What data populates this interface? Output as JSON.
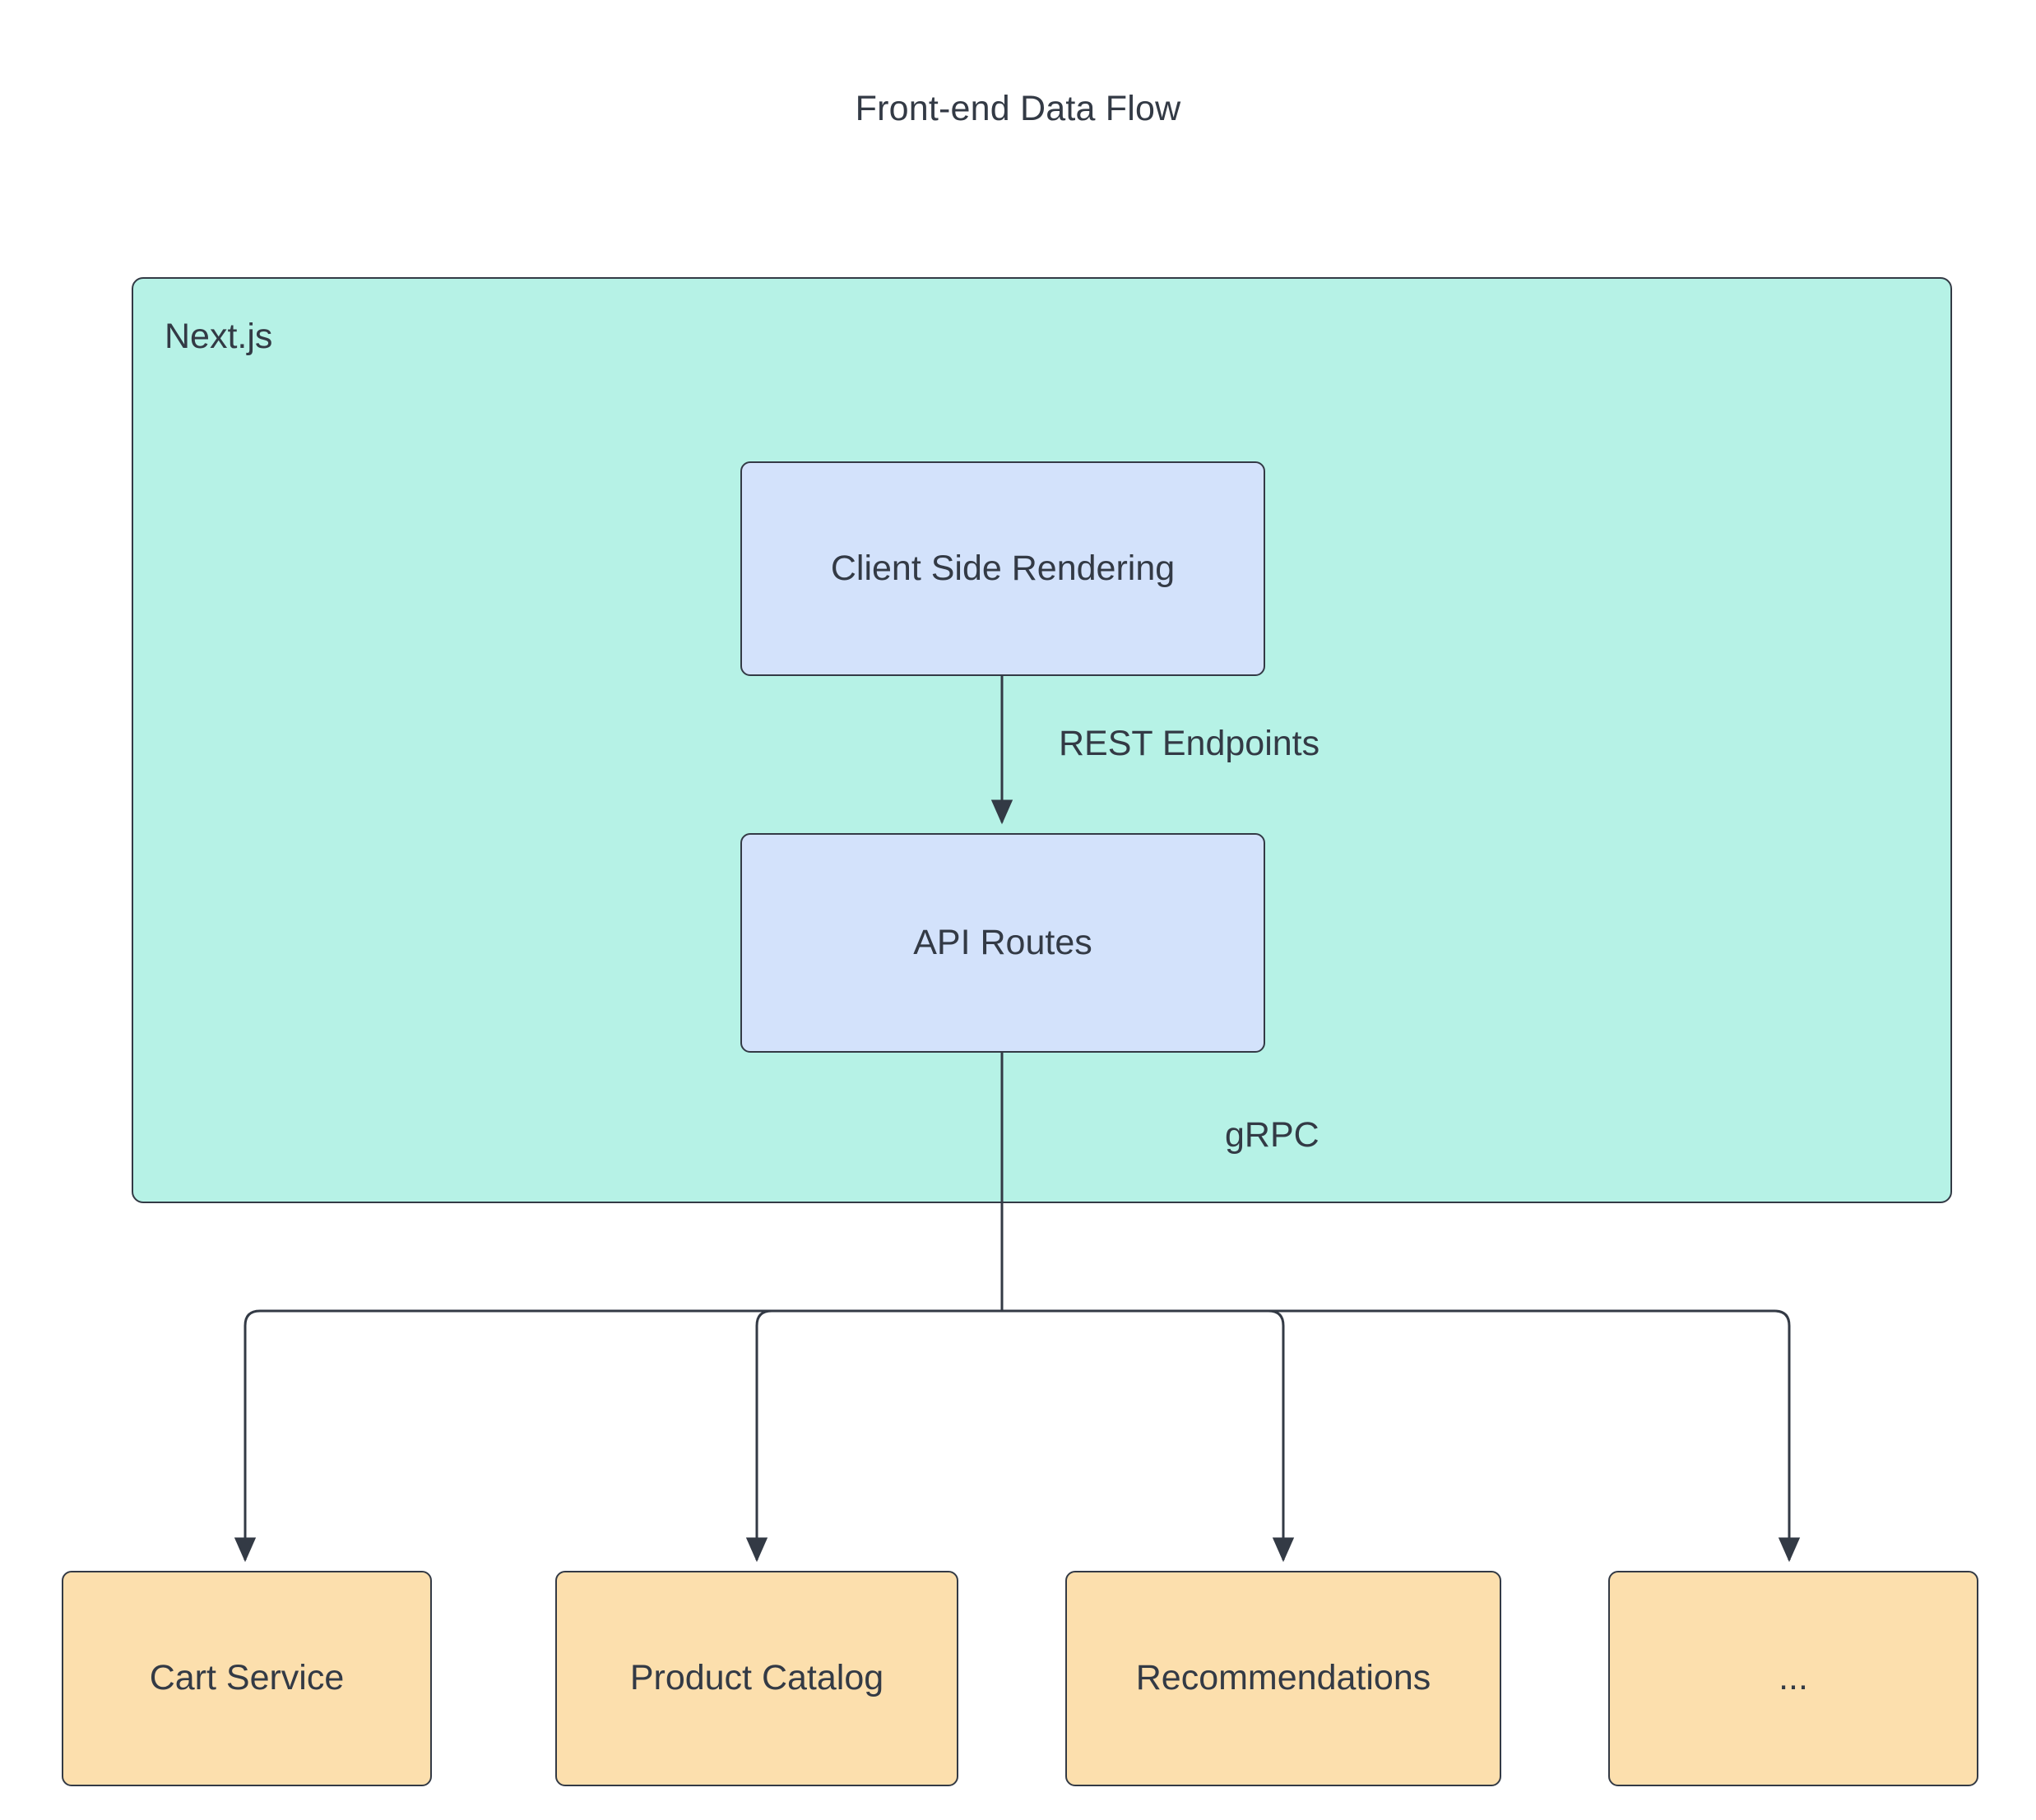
{
  "diagram": {
    "title": "Front-end Data Flow",
    "type": "flowchart",
    "background": "#ffffff",
    "colors": {
      "subgraph_fill": "#b6f2e6",
      "process_fill": "#d3e2fb",
      "service_fill": "#fcdfad",
      "stroke": "#333a45",
      "text": "#333a45"
    },
    "subgraph": {
      "label": "Next.js"
    },
    "nodes": [
      {
        "id": "csr",
        "label": "Client Side Rendering",
        "shape": "rounded-rect",
        "group": "Next.js",
        "fill": "#d3e2fb"
      },
      {
        "id": "api",
        "label": "API Routes",
        "shape": "rounded-rect",
        "group": "Next.js",
        "fill": "#d3e2fb"
      },
      {
        "id": "cart",
        "label": "Cart Service",
        "shape": "rounded-rect",
        "group": "services",
        "fill": "#fcdfad"
      },
      {
        "id": "catalog",
        "label": "Product Catalog",
        "shape": "rounded-rect",
        "group": "services",
        "fill": "#fcdfad"
      },
      {
        "id": "recommend",
        "label": "Recommendations",
        "shape": "rounded-rect",
        "group": "services",
        "fill": "#fcdfad"
      },
      {
        "id": "more",
        "label": "...",
        "shape": "rounded-rect",
        "group": "services",
        "fill": "#fcdfad"
      }
    ],
    "edges": [
      {
        "from": "csr",
        "to": "api",
        "label": "REST Endpoints",
        "arrow": "down"
      },
      {
        "from": "api",
        "to": "cart",
        "label": "gRPC",
        "arrow": "down"
      },
      {
        "from": "api",
        "to": "catalog",
        "label": "",
        "arrow": "down"
      },
      {
        "from": "api",
        "to": "recommend",
        "label": "",
        "arrow": "down"
      },
      {
        "from": "api",
        "to": "more",
        "label": "",
        "arrow": "down"
      }
    ],
    "edge_labels": {
      "rest": "REST Endpoints",
      "grpc": "gRPC"
    }
  }
}
